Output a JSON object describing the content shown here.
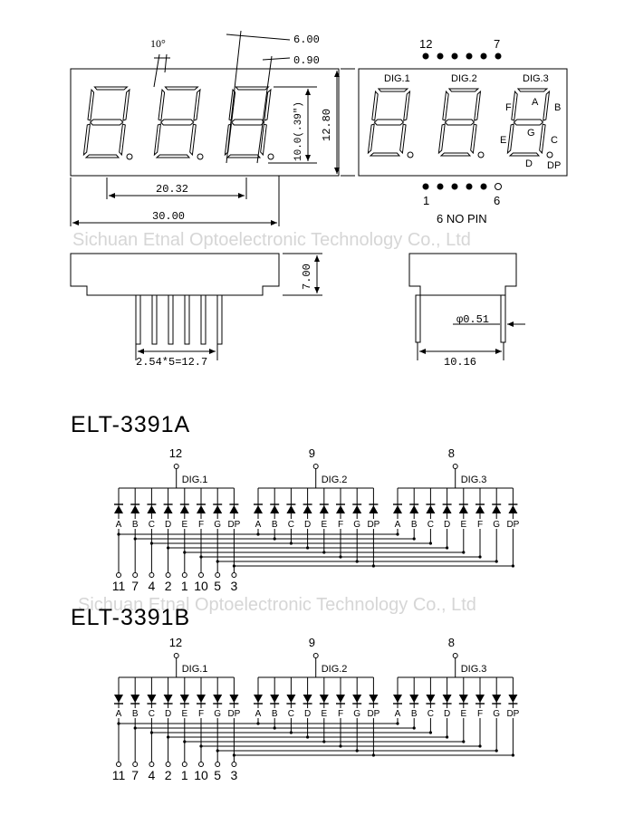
{
  "watermark": "Sichuan Etnal Optoelectronic Technology Co., Ltd",
  "dimensions": {
    "angle": "10°",
    "seg_width": "6.00",
    "seg_thick": "0.90",
    "digit_height": "10.0(.39\")",
    "body_height": "12.80",
    "pitch": "20.32",
    "body_width": "30.00",
    "depth": "7.00",
    "pin_span": "2.54*5=12.7",
    "pin_dia": "φ0.51",
    "row_span": "10.16"
  },
  "pin_diagram": {
    "top_left_pin": "12",
    "top_right_pin": "7",
    "bottom_left_pin": "1",
    "bottom_right_pin": "6",
    "no_pin_note": "6 NO PIN",
    "digits": [
      "DIG.1",
      "DIG.2",
      "DIG.3"
    ],
    "segments": {
      "A": "A",
      "B": "B",
      "C": "C",
      "D": "D",
      "E": "E",
      "F": "F",
      "G": "G",
      "DP": "DP"
    }
  },
  "circuits": [
    {
      "title": "ELT-3391A",
      "digit_pins": [
        "12",
        "9",
        "8"
      ],
      "digit_labels": [
        "DIG.1",
        "DIG.2",
        "DIG.3"
      ],
      "segment_labels": [
        "A",
        "B",
        "C",
        "D",
        "E",
        "F",
        "G",
        "DP"
      ],
      "segment_pins": [
        "11",
        "7",
        "4",
        "2",
        "1",
        "10",
        "5",
        "3"
      ]
    },
    {
      "title": "ELT-3391B",
      "digit_pins": [
        "12",
        "9",
        "8"
      ],
      "digit_labels": [
        "DIG.1",
        "DIG.2",
        "DIG.3"
      ],
      "segment_labels": [
        "A",
        "B",
        "C",
        "D",
        "E",
        "F",
        "G",
        "DP"
      ],
      "segment_pins": [
        "11",
        "7",
        "4",
        "2",
        "1",
        "10",
        "5",
        "3"
      ]
    }
  ]
}
